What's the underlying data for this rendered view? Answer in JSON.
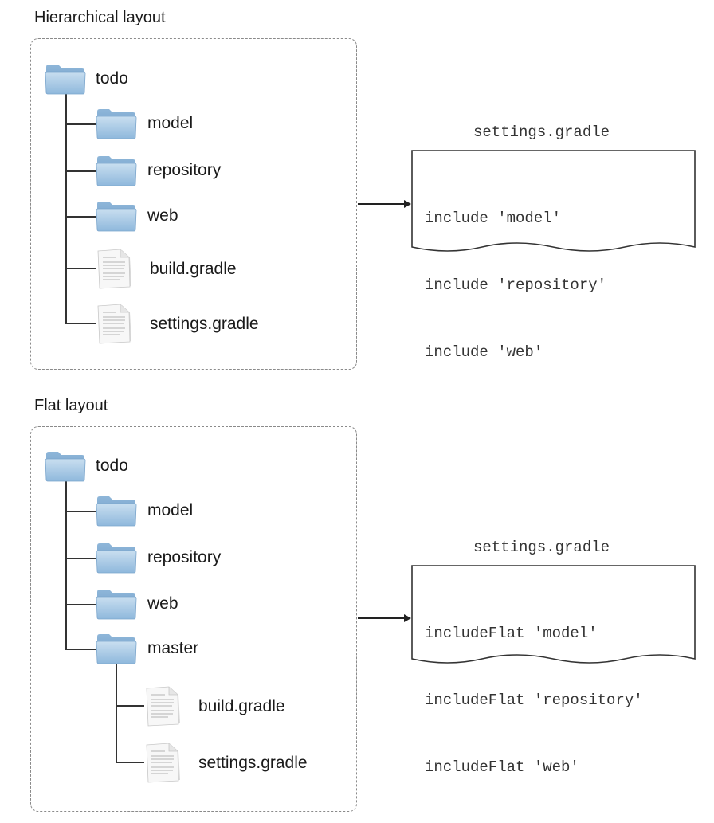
{
  "hierarchical": {
    "title": "Hierarchical layout",
    "root": "todo",
    "children": [
      "model",
      "repository",
      "web"
    ],
    "files": [
      "build.gradle",
      "settings.gradle"
    ],
    "settings_title": "settings.gradle",
    "code": [
      "include 'model'",
      "include 'repository'",
      "include 'web'"
    ]
  },
  "flat": {
    "title": "Flat layout",
    "root": "todo",
    "children": [
      "model",
      "repository",
      "web",
      "master"
    ],
    "master_files": [
      "build.gradle",
      "settings.gradle"
    ],
    "settings_title": "settings.gradle",
    "code": [
      "includeFlat 'model'",
      "includeFlat 'repository'",
      "includeFlat 'web'"
    ]
  },
  "icons": {
    "folder": "folder-icon",
    "file": "document-icon"
  }
}
